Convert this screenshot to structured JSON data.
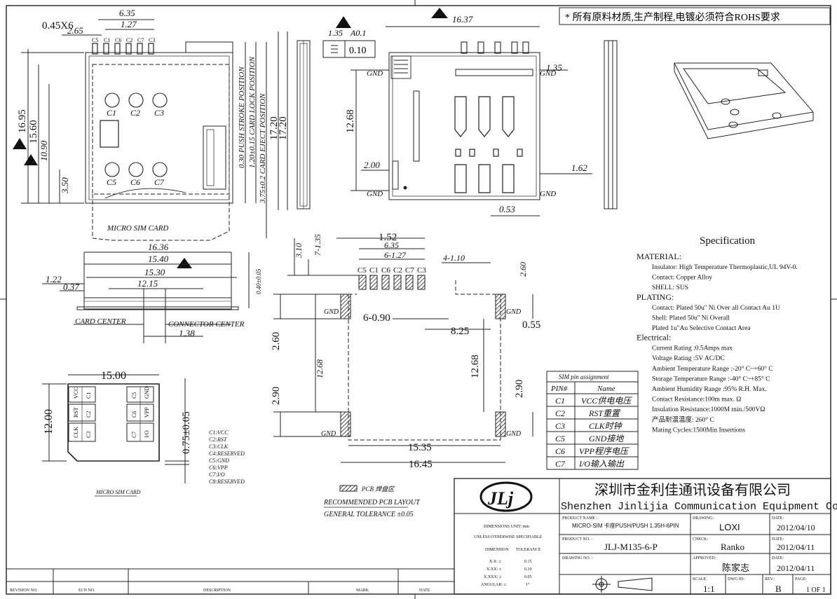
{
  "note": "* 所有原料材质,生产制程,电镀必须符合ROHS要求",
  "top_view": {
    "dims": [
      "6.35",
      "1.27",
      "0.45X6",
      "2.65",
      "16.95",
      "15.60",
      "10.90",
      "3.50"
    ],
    "pins_top": [
      "C5",
      "C1",
      "C6",
      "C2",
      "C7",
      "C3"
    ],
    "contacts": [
      "C1",
      "C2",
      "C3",
      "C5",
      "C6",
      "C7"
    ],
    "stroke_labels": [
      "0.30 PUSH STROKE POSITION",
      "1.20±0.15 CARD LOCK POSITION",
      "3.75±0.2 CARD EJECT POSITION"
    ],
    "heights": [
      "17.20",
      "17.20"
    ],
    "card_label": "MICRO SIM CARD"
  },
  "side_view": {
    "dims": [
      "1.35",
      "A0.1"
    ],
    "flatness": "0.10"
  },
  "bottom_view": {
    "dims": [
      "16.37",
      "1.35",
      "12.68",
      "2.00",
      "1.62",
      "0.53"
    ],
    "gnd": "GND"
  },
  "front_view": {
    "dims": [
      "16.36",
      "15.40",
      "15.30",
      "12.15",
      "1.22",
      "0.37",
      "0.40±0.05",
      "1.38"
    ],
    "card_center": "CARD CENTER",
    "connector_center": "CONNECTOR CENTER"
  },
  "card_view": {
    "dims": [
      "15.00",
      "12.00",
      "0.75±0.05"
    ],
    "pads_left": [
      "VCC",
      "C1",
      "RST",
      "C2",
      "CLK",
      "C3"
    ],
    "pads_right": [
      "C5",
      "GND",
      "C6",
      "VPP",
      "C7",
      "I/O"
    ],
    "legend": [
      "C1:VCC",
      "C2:RST",
      "C3:CLK",
      "C4:RESERVED",
      "C5:GND",
      "C6:VPP",
      "C7:I/O",
      "C8:RESERVED"
    ],
    "card_label": "MICRO SIM CARD"
  },
  "pcb": {
    "dims": [
      "1.52",
      "6.35",
      "6-1.27",
      "4-1.10",
      "3.10",
      "7-1.35",
      "2.60",
      "6-0.90",
      "8.25",
      "0.55",
      "2.60",
      "12.68",
      "12.68",
      "2.90",
      "2.90",
      "15.35",
      "16.45"
    ],
    "pins": [
      "C5",
      "C1",
      "C6",
      "C2",
      "C7",
      "C3"
    ],
    "gnd": "GND",
    "legend_label": "PCB 焊盘区",
    "title": "RECOMMENDED PCB LAYOUT",
    "tolerance": "GENERAL TOLERANCE ±0.05"
  },
  "pin_table": {
    "title": "SIM pin assignment",
    "headers": [
      "PIN#",
      "Name"
    ],
    "rows": [
      [
        "C1",
        "VCC供电电压"
      ],
      [
        "C2",
        "RST重置"
      ],
      [
        "C3",
        "CLK时钟"
      ],
      [
        "C5",
        "GND接地"
      ],
      [
        "C6",
        "VPP程序电压"
      ],
      [
        "C7",
        "I/O输入输出"
      ]
    ]
  },
  "spec": {
    "title": "Specification",
    "lines": [
      [
        "h",
        "MATERIAL:"
      ],
      [
        "i",
        "Insulator: High Temperature Thermoplastic,UL 94V-0."
      ],
      [
        "i",
        "Contact: Copper Alloy"
      ],
      [
        "i",
        "SHELL: SUS"
      ],
      [
        "h",
        "PLATING:"
      ],
      [
        "i",
        "Contact: Plated 50u'' Ni Over all Contact Au 1U"
      ],
      [
        "i",
        "Shell: Plated 50u'' Ni Overall"
      ],
      [
        "i",
        "Plated 1u\"Au Selective Contact Area"
      ],
      [
        "h",
        "Electrical:"
      ],
      [
        "i",
        "Current Rating :0.5Amps max"
      ],
      [
        "i",
        "Voltage Rating :5V AC/DC"
      ],
      [
        "i",
        "Ambient Temperature Range :-20° C~+60° C"
      ],
      [
        "i",
        "Storage Temperature Range :-40° C~+85° C"
      ],
      [
        "i",
        "Ambient Humidity Range :95% R.H. Max."
      ],
      [
        "i",
        "Contact Resistance:100m  max. Ω"
      ],
      [
        "i",
        "Insulation Resistance:1000M  min./500VΩ"
      ],
      [
        "i",
        "产品耐温温度: 260° C"
      ],
      [
        "i",
        "Mating Cycles:1500Min Insertions"
      ]
    ]
  },
  "title_block": {
    "company_cn": "深圳市金利佳通讯设备有限公司",
    "company_en": "Shenzhen Jinlijia Communication Equipment Co.,Ltd",
    "logo": "JLj",
    "product_name_label": "PRODUCT NAME :",
    "product_name": "MICRO-SIM 卡座PUSH/PUSH 1.35H-6PIN",
    "product_no_label": "PRODUCT NO. :",
    "product_no": "JLJ-M135-6-P",
    "drawing_no_label": "DRAWING NO. :",
    "drawing_label": "DRAWING:",
    "drawer": "LOXI",
    "check_label": "CHECK:",
    "checker": "Ranko",
    "approved_label": "APPROVED:",
    "approver": "陈家志",
    "date_label": "DATE:",
    "dates": [
      "2012/04/10",
      "2012/04/11",
      "2012/04/11"
    ],
    "scale_label": "SCALE:",
    "scale": "1:1",
    "dwg_id_label": "DWG ID:",
    "rev_label": "REV.:",
    "rev": "B",
    "page_label": "PAGE:",
    "page": "1 OF 1",
    "dim_unit": "DIMENSIONS UNIT:  mm",
    "unless": "UNLESS OTHERWISE SPECIFIABLE",
    "tol_headers": [
      "DIMENSION",
      "TOLERANCE"
    ],
    "tolerances": [
      [
        "X.X: ±",
        "0.15"
      ],
      [
        "X.XX: ±",
        "0.10"
      ],
      [
        "X.XXX: ±",
        "0.05"
      ],
      [
        "ANGULAR: ±",
        "1°"
      ]
    ],
    "revision_headers": [
      "REVISION NO.",
      "ECN NO.",
      "DESCRIPTION",
      "MARK",
      "DATE"
    ]
  }
}
